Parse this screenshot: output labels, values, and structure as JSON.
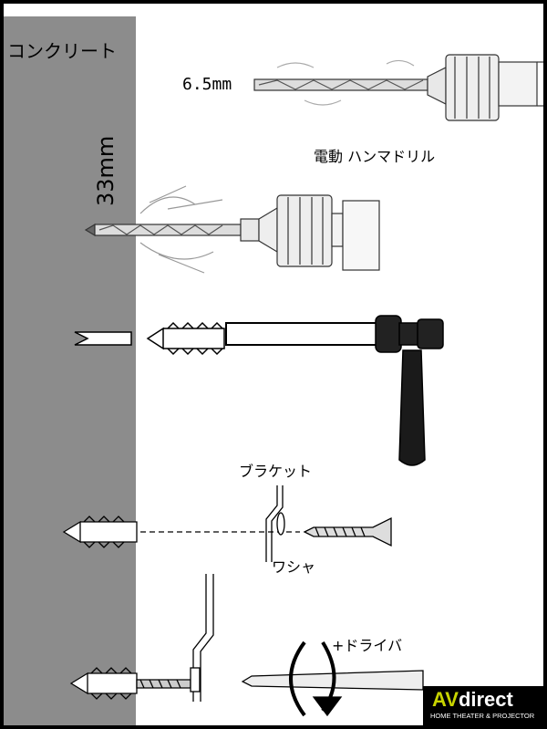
{
  "labels": {
    "concrete": "コンクリート",
    "hole_depth": "33mm",
    "bit_diameter": "6.5mm",
    "hammer_drill": "電動 ハンマドリル",
    "bracket": "ブラケット",
    "washer": "ワシャ",
    "screwdriver": "+ドライバ"
  },
  "logo": {
    "brand_prefix": "AV",
    "brand_suffix": "direct",
    "tagline": "HOME THEATER & PROJECTOR"
  },
  "colors": {
    "wall": "#8c8c8c",
    "logo_background": "#000000",
    "logo_accent": "#c8d400"
  }
}
